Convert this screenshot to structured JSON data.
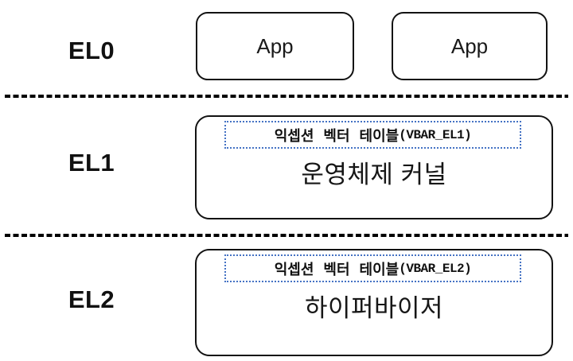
{
  "diagram": {
    "title_semantic": "ARM exception levels with vector tables",
    "colors": {
      "background": "#ffffff",
      "box_border": "#121212",
      "separator": "#000000",
      "vector_table_border": "#4472C4",
      "text": "#111111"
    },
    "levels": {
      "el0": {
        "label": "EL0",
        "apps": {
          "app1": "App",
          "app2": "App"
        }
      },
      "el1": {
        "label": "EL1",
        "vector_table_label": "익셉션 벡터 테이블",
        "vbar_register": "(VBAR_EL1)",
        "component": "운영체제 커널"
      },
      "el2": {
        "label": "EL2",
        "vector_table_label": "익셉션 벡터 테이블",
        "vbar_register": "(VBAR_EL2)",
        "component": "하이퍼바이저"
      }
    }
  }
}
